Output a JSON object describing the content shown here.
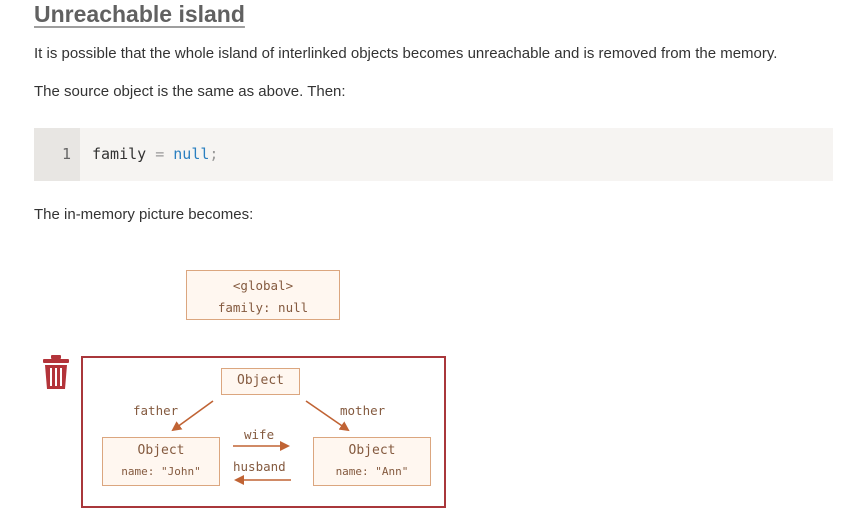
{
  "section": {
    "heading": "Unreachable island",
    "para1": "It is possible that the whole island of interlinked objects becomes unreachable and is removed from the memory.",
    "para2": "The source object is the same as above. Then:",
    "para3": "The in-memory picture becomes:"
  },
  "code": {
    "line_number": "1",
    "identifier": "family",
    "operator": "=",
    "keyword": "null",
    "terminator": ";"
  },
  "diagram": {
    "global_box": {
      "line1": "<global>",
      "line2": "family: null"
    },
    "top_object": "Object",
    "john_object": {
      "title": "Object",
      "field": "name: \"John\""
    },
    "ann_object": {
      "title": "Object",
      "field": "name: \"Ann\""
    },
    "labels": {
      "father": "father",
      "mother": "mother",
      "wife": "wife",
      "husband": "husband"
    },
    "icons": {
      "trash": "trash-icon"
    },
    "colors": {
      "box_fill": "#fff7f0",
      "box_border": "#dba67f",
      "arrow": "#c06334",
      "island_border": "#a9373b",
      "trash": "#b3343a"
    }
  }
}
